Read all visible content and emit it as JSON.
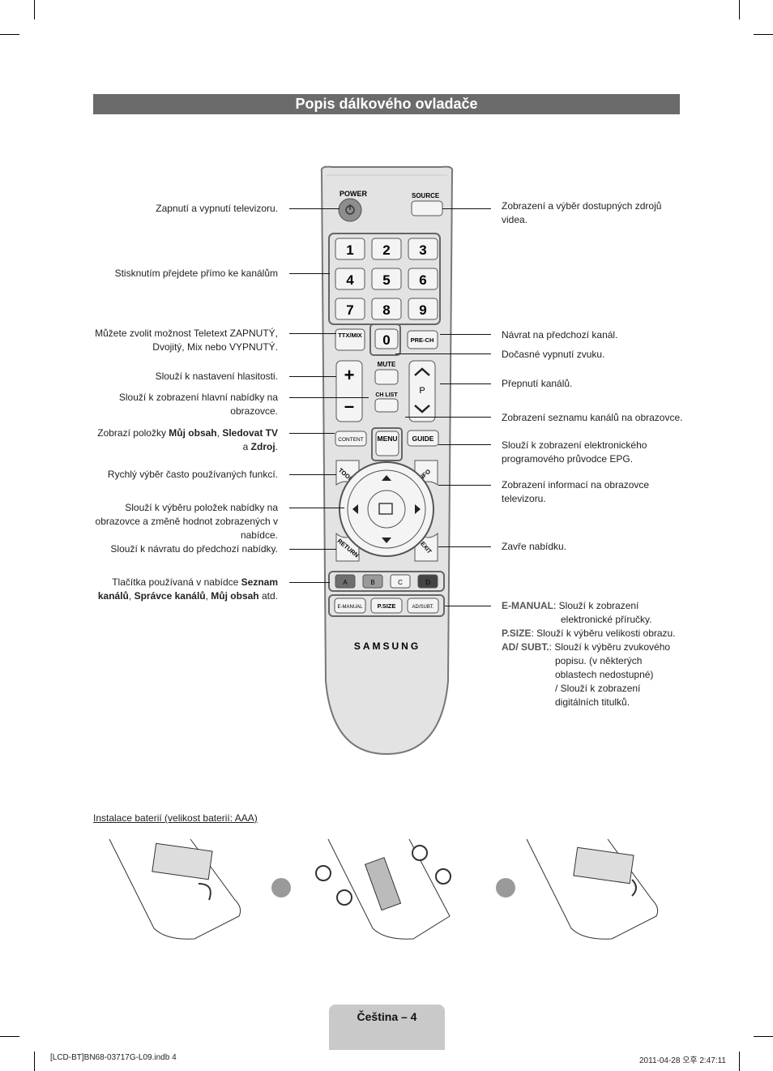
{
  "header": {
    "title": "Popis dálkového ovladače"
  },
  "remote": {
    "power": "POWER",
    "source": "SOURCE",
    "digits": [
      "1",
      "2",
      "3",
      "4",
      "5",
      "6",
      "7",
      "8",
      "9"
    ],
    "zero": "0",
    "ttx": "TTX/MIX",
    "prech": "PRE-CH",
    "mute": "MUTE",
    "p": "P",
    "chlist": "CH LIST",
    "menu": "MENU",
    "content": "CONTENT",
    "guide": "GUIDE",
    "tools": "TOOLS",
    "info": "INFO",
    "return": "RETURN",
    "exit": "EXIT",
    "colors": [
      "A",
      "B",
      "C",
      "D"
    ],
    "emanual": "E-MANUAL",
    "psize": "P.SIZE",
    "adsubt": "AD/SUBT.",
    "brand": "SAMSUNG"
  },
  "left_labels": {
    "power": "Zapnutí a vypnutí televizoru.",
    "channels": "Stisknutím přejdete přímo ke kanálům",
    "teletext": "Můžete zvolit možnost Teletext ZAPNUTÝ, Dvojitý, Mix nebo VYPNUTÝ.",
    "volume": "Slouží k nastavení hlasitosti.",
    "menu": "Slouží k zobrazení hlavní nabídky na obrazovce.",
    "content_pre": "Zobrazí položky ",
    "content_b1": "Můj obsah",
    "content_sep": ", ",
    "content_b2": "Sledovat TV",
    "content_mid": " a ",
    "content_b3": "Zdroj",
    "content_end": ".",
    "tools": "Rychlý výběr často používaných funkcí.",
    "nav": "Slouží k výběru položek nabídky na obrazovce a změně hodnot zobrazených v nabídce.",
    "return": "Slouží k návratu do předchozí nabídky.",
    "colors_pre": "Tlačítka používaná v nabídce ",
    "colors_b1": "Seznam kanálů",
    "colors_sep1": ", ",
    "colors_b2": "Správce kanálů",
    "colors_sep2": ", ",
    "colors_b3": "Můj obsah",
    "colors_end": " atd."
  },
  "right_labels": {
    "source": "Zobrazení a výběr dostupných zdrojů videa.",
    "prech": "Návrat na předchozí kanál.",
    "mute": "Dočasné vypnutí zvuku.",
    "channel": "Přepnutí kanálů.",
    "chlist": "Zobrazení seznamu kanálů na obrazovce.",
    "guide": "Slouží k zobrazení elektronického programového průvodce EPG.",
    "info": "Zobrazení informací na obrazovce televizoru.",
    "exit": "Zavře nabídku.",
    "emanual_k": "E-MANUAL",
    "emanual_v1": ": Slouží k zobrazení",
    "emanual_v2": "elektronické příručky.",
    "psize_k": "P.SIZE",
    "psize_v": ": Slouží k výběru velikosti obrazu.",
    "adsubt_k": "AD/ SUBT.",
    "adsubt_v1": ": Slouží k výběru zvukového",
    "adsubt_v2": "popisu. (v některých",
    "adsubt_v3": "oblastech nedostupné)",
    "adsubt_v4": "/ Slouží k zobrazení",
    "adsubt_v5": "digitálních titulků."
  },
  "battery": {
    "title": "Instalace baterií (velikost baterií: AAA)"
  },
  "footer": {
    "page": "Čeština – 4",
    "file": "[LCD-BT]BN68-03717G-L09.indb   4",
    "date": "2011-04-28   오후 2:47:11"
  }
}
